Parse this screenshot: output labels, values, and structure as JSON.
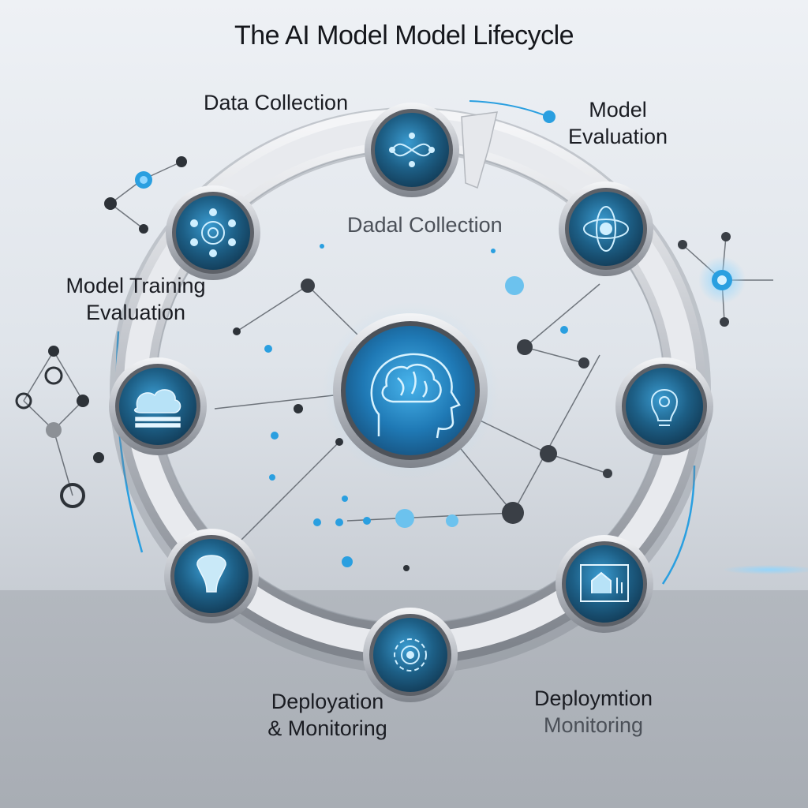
{
  "title": "The AI Model Model Lifecycle",
  "labels": {
    "data_collection": "Data Collection",
    "model_eval_line1": "Model",
    "model_eval_line2": "Evaluation",
    "inner_label": "Dadal Collection",
    "model_training_line1": "Model Training",
    "model_training_line2": "Evaluation",
    "deploy_left_line1": "Deployation",
    "deploy_left_line2": "& Monitoring",
    "deploy_right_line1": "Deploymtion",
    "deploy_right_line2": "Monitoring"
  },
  "colors": {
    "accent": "#2a9fe0",
    "node_dark": "#1c4e6e",
    "ring": "#d2d5da"
  },
  "nodes": [
    {
      "name": "top",
      "icon": "molecule-icon"
    },
    {
      "name": "upper-left",
      "icon": "network-hub-icon"
    },
    {
      "name": "upper-right",
      "icon": "atom-eye-icon"
    },
    {
      "name": "left",
      "icon": "cloud-data-icon"
    },
    {
      "name": "right",
      "icon": "lightbulb-icon"
    },
    {
      "name": "lower-left",
      "icon": "flask-icon"
    },
    {
      "name": "bottom",
      "icon": "gear-target-icon"
    },
    {
      "name": "lower-right",
      "icon": "dashboard-icon"
    },
    {
      "name": "center",
      "icon": "brain-head-icon"
    }
  ]
}
